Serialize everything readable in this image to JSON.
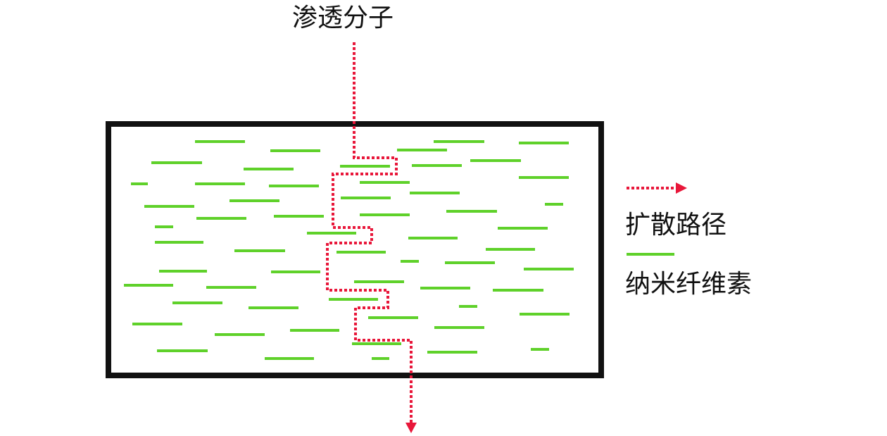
{
  "title": "渗透分子",
  "legend": [
    {
      "label": "扩散路径",
      "kind": "dotted-arrow",
      "color": "#e8173a"
    },
    {
      "label": "纳米纤维素",
      "kind": "line",
      "color": "#5fd12a"
    }
  ],
  "colors": {
    "path": "#e8173a",
    "fiber": "#5fd12a",
    "border": "#111111"
  }
}
